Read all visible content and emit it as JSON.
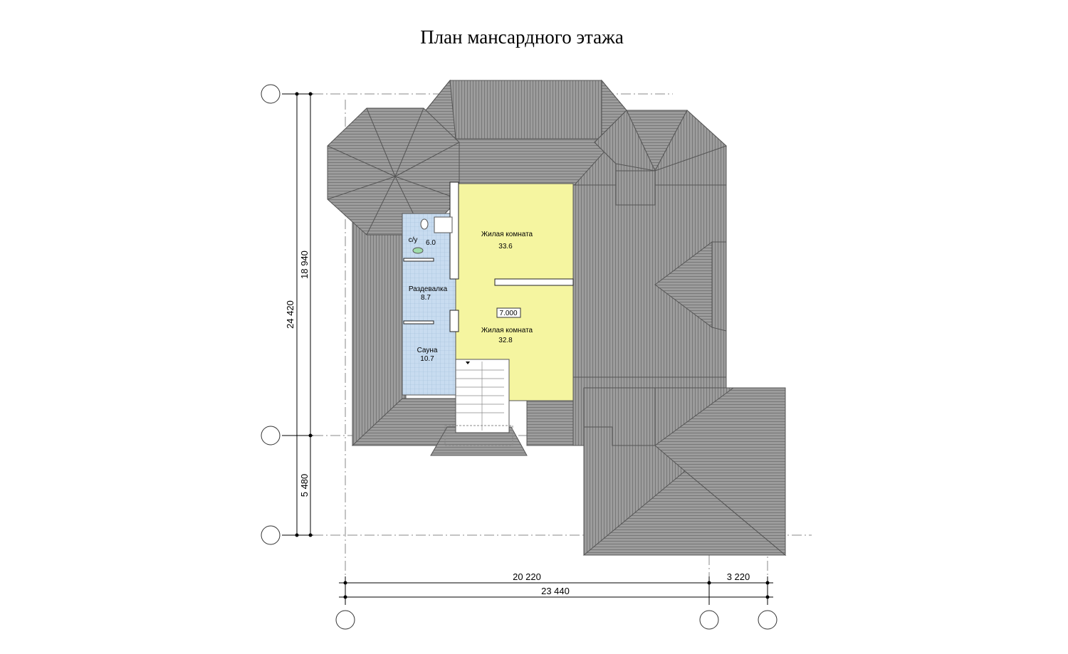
{
  "title": "План  мансардного этажа",
  "dimensions": {
    "vertical_total": "24 420",
    "vertical_main": "18 940",
    "vertical_lower": "5 480",
    "horizontal_main": "20 220",
    "horizontal_right": "3 220",
    "horizontal_total": "23 440"
  },
  "rooms": [
    {
      "name": "Жилая комната",
      "area": "33.6"
    },
    {
      "name": "Жилая комната",
      "area": "32.8"
    },
    {
      "name": "с/у",
      "area": "6.0"
    },
    {
      "name": "Раздевалка",
      "area": "8.7"
    },
    {
      "name": "Сауна",
      "area": "10.7"
    }
  ],
  "level_mark": "7.000",
  "colors": {
    "roof": "#9a9a9a",
    "living_room": "#f5f5a0",
    "wet_rooms": "#bcd6f0",
    "background": "#ffffff"
  }
}
